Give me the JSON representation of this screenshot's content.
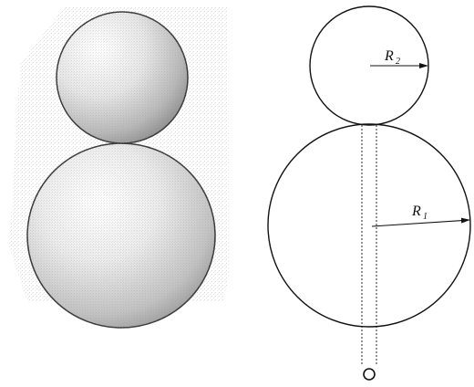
{
  "labels": {
    "r1": {
      "symbol": "R",
      "subscript": "1"
    },
    "r2": {
      "symbol": "R",
      "subscript": "2"
    }
  },
  "colors": {
    "outline": "#111111",
    "sphere_light": "#ffffff",
    "sphere_mid": "#c9c9c9",
    "sphere_dark": "#8f8f8f",
    "shadow_speckle": "#bdbdbd"
  }
}
